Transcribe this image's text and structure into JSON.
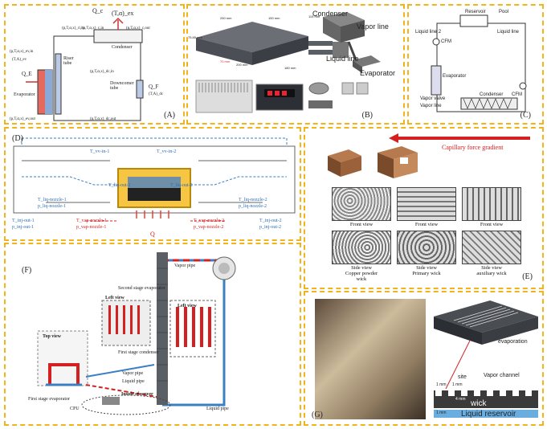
{
  "panels": {
    "A": {
      "label": "(A)",
      "title_q": "Q_c",
      "title_T": "(T,α)_ex",
      "riser": "Riser\ntube",
      "downcomer": "Downcomer\ntube",
      "evaporator": "Evaporator",
      "condenser": "Condenser",
      "q_e": "Q_E",
      "q_f": "Q_F",
      "state_labels": [
        "(p,T,α,x)_ev,out",
        "(p,T,α,x)_ev,in",
        "(p,T,α,x)_c,in",
        "(p,T,α,x)_c,out",
        "(T,A)_ev",
        "(T,A)_dc",
        "(p,T,α,x)_ri,in",
        "(p,T,α,x)_dc,out",
        "(p,T,α,x)_dc,in"
      ]
    },
    "B": {
      "label": "(B)",
      "condenser": "Condenser",
      "vapor_line": "Vapor line",
      "liquid_line": "Liquid line",
      "evaporator": "Evaporator",
      "dims": [
        "250 mm",
        "150 mm",
        "115 mm",
        "75.85 mm",
        "200 mm",
        "180 mm",
        "70 mm"
      ]
    },
    "C": {
      "label": "(C)",
      "reservoir": "Reservoir",
      "pool": "Pool",
      "liquid_line2": "Liquid line 2",
      "liquid_line": "Liquid line",
      "cfm": "CFM",
      "cfm2": "CFM",
      "evaporator": "Evaporator",
      "vapor_valve": "Vapor valve",
      "vapor_line": "Vapor line",
      "condenser": "Condenser"
    },
    "D": {
      "label": "(D)",
      "q": "Q",
      "labels_top": [
        "T_vv-in-1",
        "T_vv-in-2"
      ],
      "labels_mid_left": [
        "T_liq-nozzle-1",
        "p_liq-nozzle-1"
      ],
      "labels_mid_right": [
        "T_liq-nozzle-2",
        "p_liq-nozzle-2"
      ],
      "labels_center": [
        "T_liq-out-1",
        "T_liq-out-2"
      ],
      "labels_low_left": [
        "T_inj-out-1",
        "p_inj-out-1"
      ],
      "labels_low_right": [
        "T_inj-out-2",
        "p_inj-out-2"
      ],
      "labels_vap_left": [
        "T_vap-nozzle-1",
        "p_vap-nozzle-1"
      ],
      "labels_vap_right": [
        "T_vap-nozzle-2",
        "p_vap-nozzle-2"
      ]
    },
    "E": {
      "label": "(E)",
      "gradient": "Capillary force gradient",
      "front": [
        "Front view",
        "Front view",
        "Front view"
      ],
      "side": [
        "Side view\nCopper powder\nwick",
        "Side view\nPrimary wick",
        "Side view\nauxiliary wick"
      ]
    },
    "F": {
      "label": "(F)",
      "vapor_pipe_top": "Vapor pipe",
      "second_stage": "Second stage evaporator",
      "left_view": "Left view",
      "left_view2": "Left view",
      "top_view": "Top view",
      "first_stage_condenser": "First stage condenser",
      "vapor_pipe": "Vapor pipe",
      "liquid_pipe": "Liquid pipe",
      "inside_server": "Inside of server",
      "first_stage_evap": "First stage evaporator",
      "cpu": "CPU",
      "liquid_pipe_right": "Liquid pipe"
    },
    "G": {
      "label": "(G)",
      "evaporation": "evaporation",
      "site": "site",
      "vapor_channel": "Vapor channel",
      "wick": "wick",
      "dim1": "1 mm",
      "dim2": "1 mm",
      "dim3": "4 mm",
      "dim4": "1 mm",
      "reservoir": "Liquid reservoir"
    }
  },
  "colors": {
    "border": "#f2b418",
    "red": "#d42020",
    "blue": "#3a7fc4",
    "steel": "#9aa3ad"
  }
}
